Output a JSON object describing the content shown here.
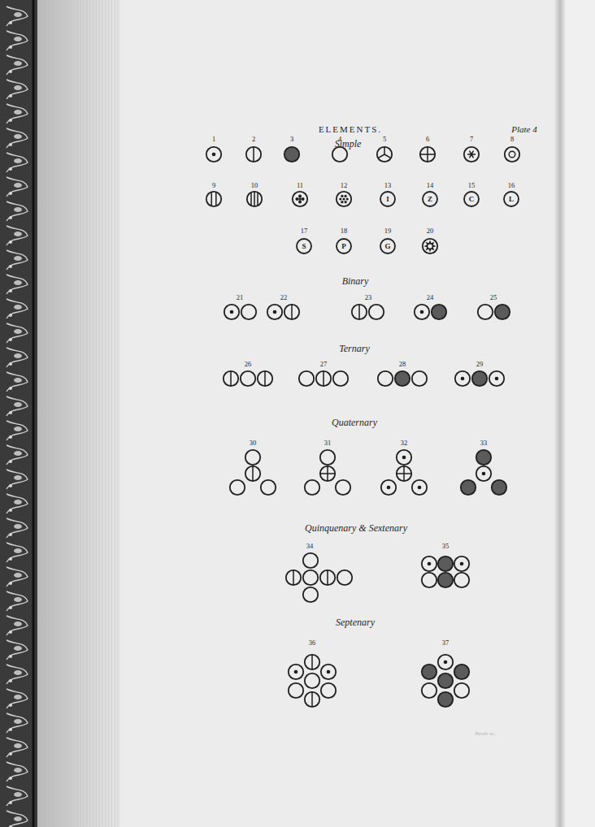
{
  "diagram": {
    "title": "ELEMENTS.",
    "nodes": [
      {
        "text": [
          "I"
        ]
      },
      {
        "text": [
          "Z"
        ]
      },
      {
        "text": [
          "C"
        ]
      },
      {
        "text": [
          "L"
        ]
      },
      {
        "text": [
          "S"
        ]
      },
      {
        "text": [
          "P"
        ]
      },
      {
        "text": [
          "G"
        ]
      }
    ],
    "labels": [
      "Plate 4",
      "Simple",
      "1",
      "2",
      "3",
      "4",
      "5",
      "6",
      "7",
      "8",
      "9",
      "10",
      "11",
      "12",
      "13",
      "14",
      "15",
      "16",
      "17",
      "18",
      "19",
      "20",
      "Binary",
      "21",
      "22",
      "23",
      "24",
      "25",
      "Ternary",
      "26",
      "27",
      "28",
      "29",
      "Quaternary",
      "30",
      "31",
      "32",
      "33",
      "Quinquenary & Sextenary",
      "34",
      "35",
      "Septenary",
      "36",
      "37",
      "Neele sc."
    ]
  }
}
